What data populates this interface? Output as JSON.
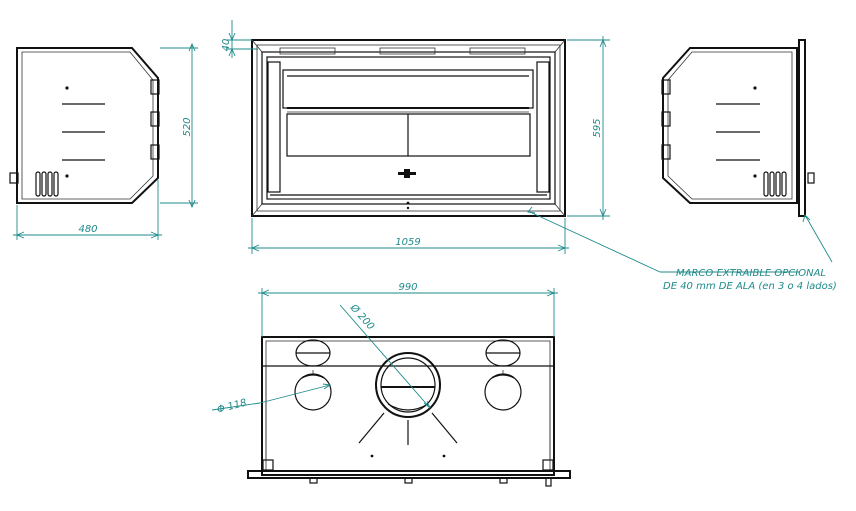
{
  "colors": {
    "dimension": "#1f8a8a",
    "line": "#111111",
    "background": "#ffffff"
  },
  "dimensions": {
    "side_height": "520",
    "side_depth": "480",
    "frame_width": "1059",
    "frame_height": "595",
    "frame_wing": "40",
    "body_width": "990",
    "flue_diameter": "Ø 200",
    "air_inlet_diameter": "Φ 118"
  },
  "annotation": {
    "line1": "MARCO EXTRAIBLE OPCIONAL",
    "line2": "DE 40 mm DE ALA (en 3 o 4 lados)"
  }
}
